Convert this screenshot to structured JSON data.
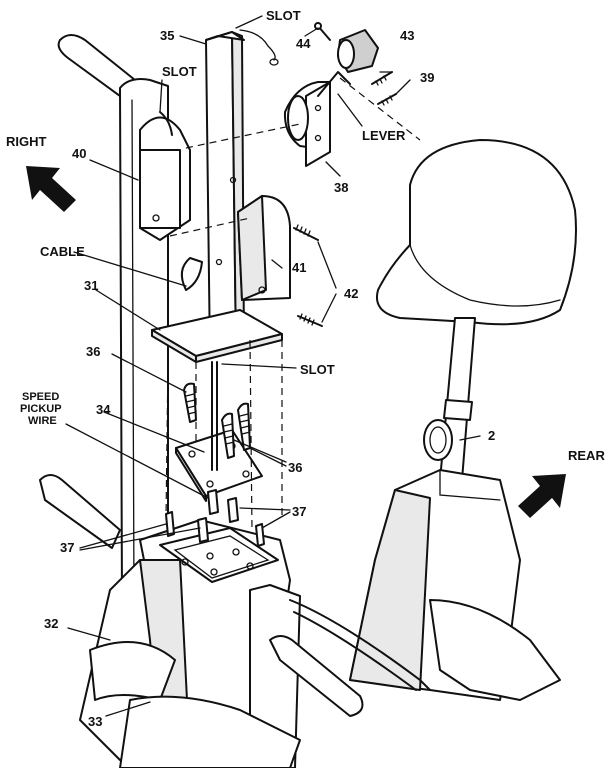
{
  "labels": {
    "p35": "35",
    "slot_top": "SLOT",
    "p44": "44",
    "p43": "43",
    "slot_left": "SLOT",
    "p39": "39",
    "right": "RIGHT",
    "p40": "40",
    "lever": "LEVER",
    "p38": "38",
    "cable": "CABLE",
    "p41": "41",
    "p31": "31",
    "p42": "42",
    "p36_upper": "36",
    "slot_bottom": "SLOT",
    "speed": "SPEED",
    "pickup": "PICKUP",
    "wire": "WIRE",
    "p34": "34",
    "p2": "2",
    "p36_lower": "36",
    "rear": "REAR",
    "p37_right": "37",
    "p37_left": "37",
    "p32": "32",
    "p33": "33"
  }
}
